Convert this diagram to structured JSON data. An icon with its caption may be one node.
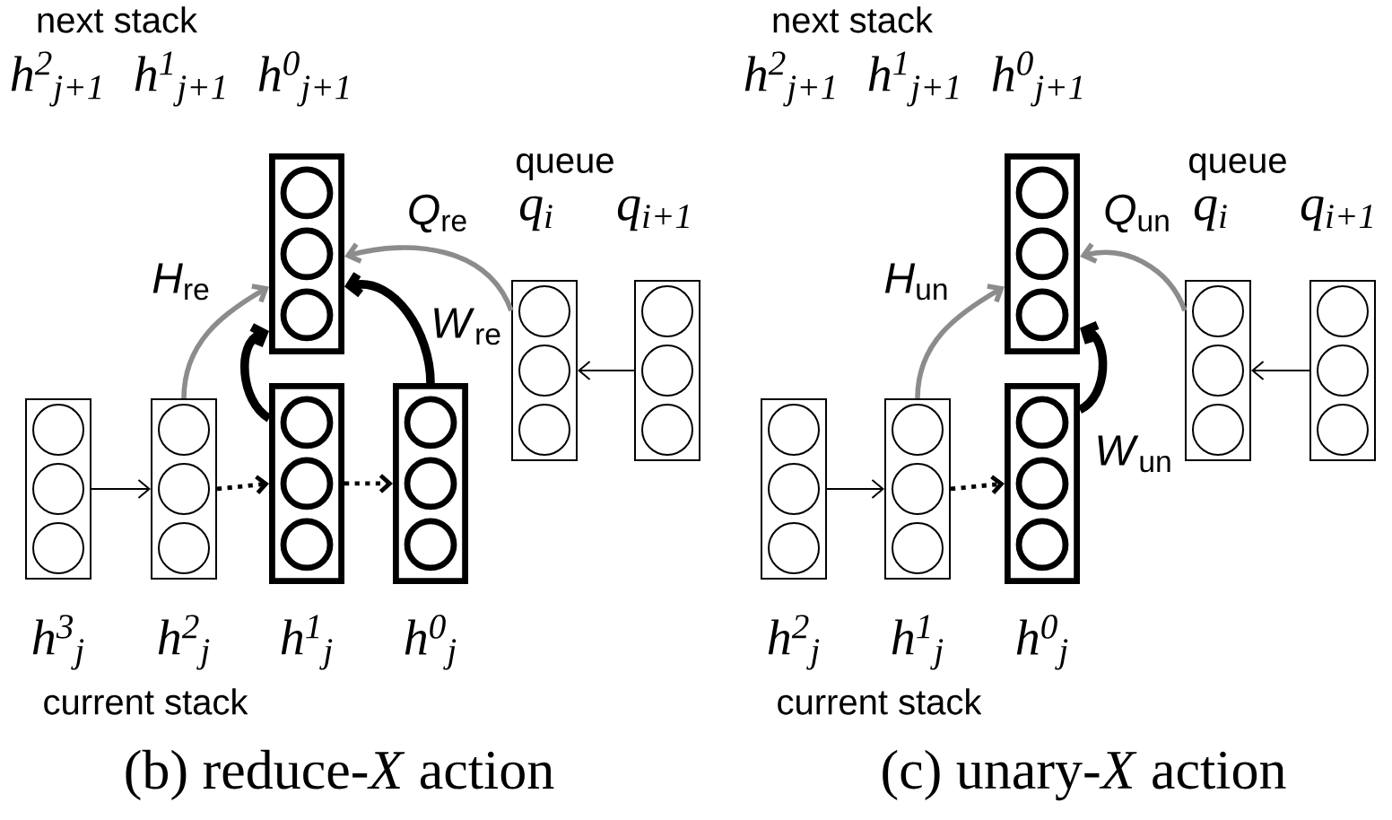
{
  "diagram": {
    "nodes": [
      {
        "text": [],
        "shape": "box",
        "beside": [
          "h$^{3}$$_{j}$"
        ]
      },
      {
        "text": [],
        "shape": "box",
        "beside": [
          "h$^{2}$$_{j}$"
        ]
      },
      {
        "text": [],
        "shape": "box",
        "beside": [
          "h$^{1}$$_{j}$"
        ]
      },
      {
        "text": [],
        "shape": "box",
        "beside": [
          "h$^{0}$$_{j}$"
        ]
      },
      {
        "text": [],
        "shape": "box"
      },
      {
        "text": [],
        "shape": "box",
        "beside": [
          "q$_{i}$"
        ]
      },
      {
        "text": [],
        "shape": "box",
        "beside": [
          "q$_{i+1}$"
        ]
      },
      {
        "text": [],
        "shape": "box",
        "beside": [
          "h$^{2}$$_{j}$"
        ]
      },
      {
        "text": [],
        "shape": "box",
        "beside": [
          "h$^{1}$$_{j}$"
        ]
      },
      {
        "text": [],
        "shape": "box",
        "beside": [
          "h$^{0}$$_{j}$"
        ]
      },
      {
        "text": [],
        "shape": "box"
      },
      {
        "text": [],
        "shape": "box",
        "beside": [
          "q$_{i}$"
        ]
      },
      {
        "text": [],
        "shape": "box",
        "beside": [
          "q$_{i+1}$"
        ]
      }
    ],
    "edges": [
      {
        "from": 0,
        "to": 1,
        "arrow": "to"
      },
      {
        "from": 1,
        "to": 2,
        "arrow": "to",
        "style": "dashed"
      },
      {
        "from": 2,
        "to": 3,
        "arrow": "to",
        "style": "dashed"
      },
      {
        "from": 1,
        "to": 4,
        "arrow": "to",
        "label": "*H*$_{re}$",
        "color": "#8c8c8c"
      },
      {
        "from": 2,
        "to": 4,
        "arrow": "to",
        "style": "thick"
      },
      {
        "from": 3,
        "to": 4,
        "arrow": "to",
        "label": "*W*$_{re}$",
        "style": "thick"
      },
      {
        "from": 5,
        "to": 4,
        "arrow": "to",
        "label": "*Q*$_{re}$",
        "color": "#8c8c8c"
      },
      {
        "from": 6,
        "to": 5,
        "arrow": "to"
      },
      {
        "from": 7,
        "to": 8,
        "arrow": "to"
      },
      {
        "from": 8,
        "to": 9,
        "arrow": "to",
        "style": "dashed"
      },
      {
        "from": 8,
        "to": 10,
        "arrow": "to",
        "label": "*H*$_{un}$",
        "color": "#8c8c8c"
      },
      {
        "from": 9,
        "to": 10,
        "arrow": "to",
        "label": "*W*$_{un}$",
        "style": "thick"
      },
      {
        "from": 11,
        "to": 10,
        "arrow": "to",
        "label": "*Q*$_{un}$",
        "color": "#8c8c8c"
      },
      {
        "from": 12,
        "to": 11,
        "arrow": "to"
      }
    ],
    "labels": [
      "next stack",
      "h$^{2}$$_{j+1}$",
      "h$^{1}$$_{j+1}$",
      "h$^{0}$$_{j+1}$",
      "queue",
      "current stack",
      "(b) reduce-*X* action",
      "next stack",
      "h$^{2}$$_{j+1}$",
      "h$^{1}$$_{j+1}$",
      "h$^{0}$$_{j+1}$",
      "queue",
      "current stack",
      "(c) unary-*X* action"
    ]
  }
}
